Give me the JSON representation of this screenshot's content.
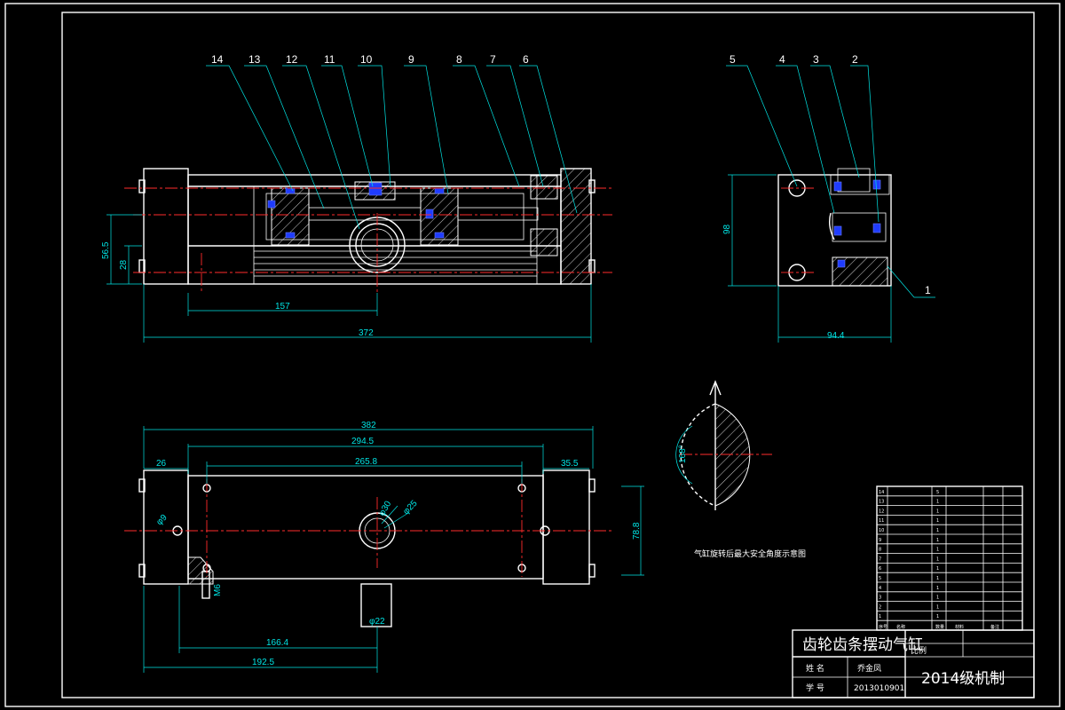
{
  "title_block": {
    "title": "齿轮齿条摆动气缸",
    "name_label": "姓  名",
    "name_value": "乔金凤",
    "id_label": "学  号",
    "id_value": "2013010901",
    "class_text": "2014级机制",
    "side_label": "比例"
  },
  "part_numbers": [
    "14",
    "13",
    "12",
    "11",
    "10",
    "9",
    "8",
    "7",
    "6",
    "5",
    "4",
    "3",
    "2",
    "1"
  ],
  "dimensions": {
    "front_d1": "157",
    "front_d2": "372",
    "front_v1": "56.5",
    "front_v2": "28",
    "side_w": "94.4",
    "side_h": "98",
    "bottom_d1": "382",
    "bottom_d2": "294.5",
    "bottom_d3": "265.8",
    "bottom_d4": "26",
    "bottom_d5": "35.5",
    "bottom_d6": "166.4",
    "bottom_d7": "192.5",
    "bottom_h": "78.8",
    "hole_phi1": "φ9",
    "hole_phi2": "φ30",
    "hole_phi3": "φ25",
    "shaft_phi": "φ22",
    "thread": "M6",
    "angle": "168°"
  },
  "section_caption": "气缸旋转后最大安全角度示意图",
  "parts_list": {
    "rows": [
      {
        "no": "14",
        "c": "5"
      },
      {
        "no": "13",
        "c": "1"
      },
      {
        "no": "12",
        "c": "1"
      },
      {
        "no": "11",
        "c": "1"
      },
      {
        "no": "10",
        "c": "1"
      },
      {
        "no": "9",
        "c": "1"
      },
      {
        "no": "8",
        "c": "1"
      },
      {
        "no": "7",
        "c": "1"
      },
      {
        "no": "6",
        "c": "1"
      },
      {
        "no": "5",
        "c": "1"
      },
      {
        "no": "4",
        "c": "1"
      },
      {
        "no": "3",
        "c": "1"
      },
      {
        "no": "2",
        "c": "1"
      },
      {
        "no": "1",
        "c": "1"
      }
    ],
    "header": [
      "序号",
      "名称",
      "数量",
      "材料",
      "备注"
    ]
  }
}
